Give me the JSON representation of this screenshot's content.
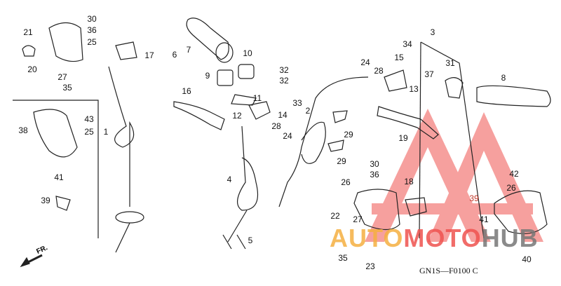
{
  "diagram": {
    "callouts": [
      "21",
      "30",
      "36",
      "25",
      "20",
      "27",
      "35",
      "17",
      "7",
      "6",
      "10",
      "9",
      "32",
      "32",
      "1",
      "16",
      "11",
      "12",
      "33",
      "14",
      "28",
      "24",
      "8",
      "2",
      "29",
      "29",
      "19",
      "3",
      "34",
      "15",
      "24",
      "28",
      "13",
      "31",
      "37",
      "38",
      "43",
      "25",
      "41",
      "39",
      "4",
      "5",
      "30",
      "36",
      "26",
      "18",
      "22",
      "27",
      "35",
      "23",
      "39",
      "42",
      "26",
      "41",
      "40"
    ],
    "diagram_code": "GN1S—F0100 C",
    "front_arrow_label": "FR.",
    "watermark": {
      "part1": "AUTO",
      "part2": "MOTO",
      "part3": "HUB"
    },
    "colors": {
      "line": "#222222",
      "watermark_red": "#ef5350",
      "watermark_orange": "#f5b041",
      "watermark_gray": "#777777"
    }
  }
}
